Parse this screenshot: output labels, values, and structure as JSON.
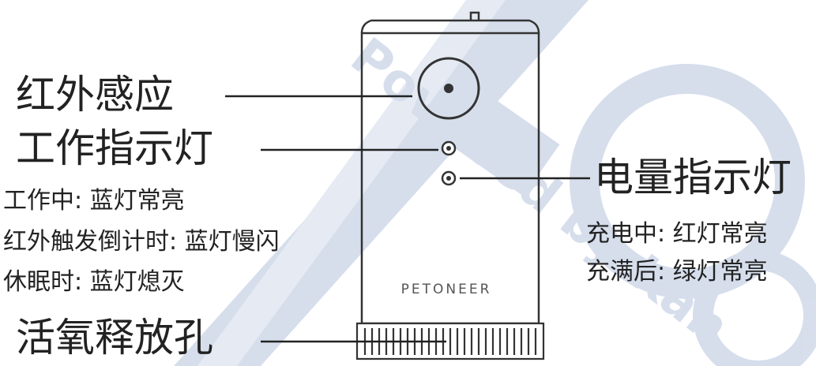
{
  "device": {
    "brand": "PETONEER"
  },
  "callouts": {
    "infrared": "红外感应",
    "work_light": "工作指示灯",
    "work_light_notes": [
      "工作中: 蓝灯常亮",
      "红外触发倒计时: 蓝灯慢闪",
      "休眠时: 蓝灯熄灭"
    ],
    "oxygen_vent": "活氧释放孔",
    "battery_light": "电量指示灯",
    "battery_light_notes": [
      "充电中: 红灯常亮",
      "充满后: 绿灯常亮"
    ]
  },
  "watermark": "Powered by Kan",
  "colors": {
    "watermark": "#c9d3e6",
    "line": "#222222",
    "device_outline": "#333333"
  }
}
